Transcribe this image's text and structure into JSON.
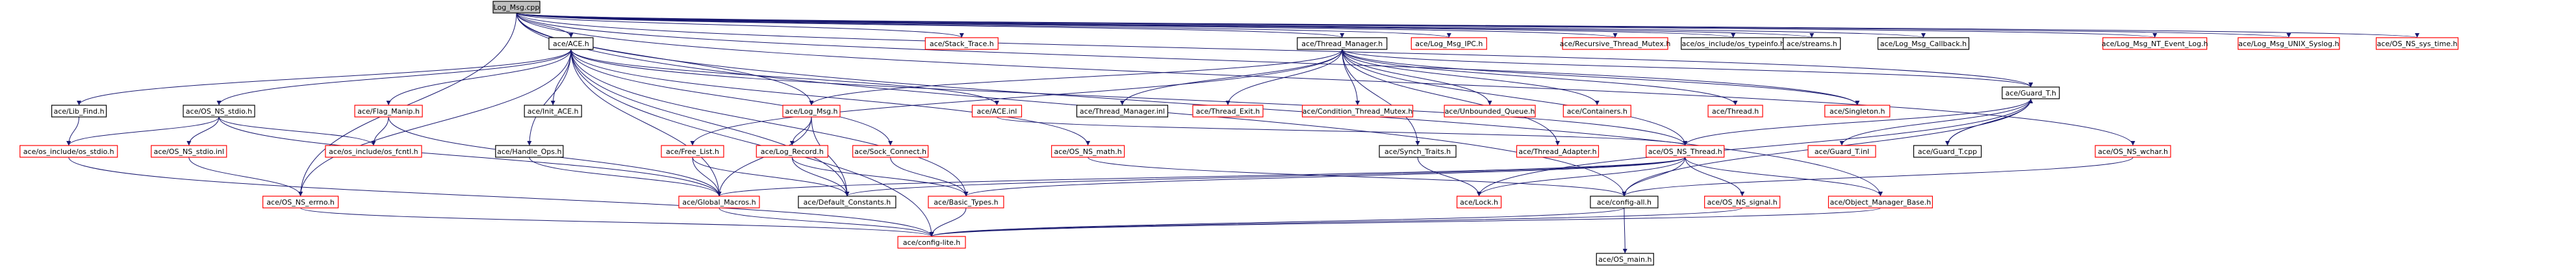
{
  "colors": {
    "edge": "#191970",
    "node_border_black": "#000000",
    "node_border_red": "#ff0000",
    "root_fill": "#bfbfbf"
  },
  "nodes": [
    {
      "id": "root",
      "label": "Log_Msg.cpp",
      "border": "black",
      "root": true
    },
    {
      "id": "ace_h",
      "label": "ace/ACE.h",
      "border": "black"
    },
    {
      "id": "stack_trace",
      "label": "ace/Stack_Trace.h",
      "border": "red"
    },
    {
      "id": "thread_manager",
      "label": "ace/Thread_Manager.h",
      "border": "black"
    },
    {
      "id": "log_msg_ipc",
      "label": "ace/Log_Msg_IPC.h",
      "border": "red"
    },
    {
      "id": "recursive_mutex",
      "label": "ace/Recursive_Thread_Mutex.h",
      "border": "red"
    },
    {
      "id": "typeinfo",
      "label": "ace/os_include/os_typeinfo.h",
      "border": "black"
    },
    {
      "id": "streams",
      "label": "ace/streams.h",
      "border": "black"
    },
    {
      "id": "log_msg_callback",
      "label": "ace/Log_Msg_Callback.h",
      "border": "black"
    },
    {
      "id": "nt_event_log",
      "label": "ace/Log_Msg_NT_Event_Log.h",
      "border": "red"
    },
    {
      "id": "unix_syslog",
      "label": "ace/Log_Msg_UNIX_Syslog.h",
      "border": "red"
    },
    {
      "id": "sys_time",
      "label": "ace/OS_NS_sys_time.h",
      "border": "red"
    },
    {
      "id": "lib_find",
      "label": "ace/Lib_Find.h",
      "border": "black"
    },
    {
      "id": "os_ns_stdio",
      "label": "ace/OS_NS_stdio.h",
      "border": "black"
    },
    {
      "id": "flag_manip",
      "label": "ace/Flag_Manip.h",
      "border": "red"
    },
    {
      "id": "init_ace",
      "label": "ace/Init_ACE.h",
      "border": "black"
    },
    {
      "id": "log_msg_h",
      "label": "ace/Log_Msg.h",
      "border": "red"
    },
    {
      "id": "ace_inl",
      "label": "ace/ACE.inl",
      "border": "red"
    },
    {
      "id": "tm_inl",
      "label": "ace/Thread_Manager.inl",
      "border": "black"
    },
    {
      "id": "thread_exit",
      "label": "ace/Thread_Exit.h",
      "border": "red"
    },
    {
      "id": "condition",
      "label": "ace/Condition_Thread_Mutex.h",
      "border": "red"
    },
    {
      "id": "unbounded_queue",
      "label": "ace/Unbounded_Queue.h",
      "border": "red"
    },
    {
      "id": "containers",
      "label": "ace/Containers.h",
      "border": "red"
    },
    {
      "id": "thread_h",
      "label": "ace/Thread.h",
      "border": "red"
    },
    {
      "id": "singleton",
      "label": "ace/Singleton.h",
      "border": "red"
    },
    {
      "id": "guard_t",
      "label": "ace/Guard_T.h",
      "border": "black"
    },
    {
      "id": "os_stdio",
      "label": "ace/os_include/os_stdio.h",
      "border": "red"
    },
    {
      "id": "stdio_inl",
      "label": "ace/OS_NS_stdio.inl",
      "border": "red"
    },
    {
      "id": "os_fcntl",
      "label": "ace/os_include/os_fcntl.h",
      "border": "red"
    },
    {
      "id": "handle_ops",
      "label": "ace/Handle_Ops.h",
      "border": "black"
    },
    {
      "id": "free_list",
      "label": "ace/Free_List.h",
      "border": "red"
    },
    {
      "id": "log_record",
      "label": "ace/Log_Record.h",
      "border": "red"
    },
    {
      "id": "sock_connect",
      "label": "ace/Sock_Connect.h",
      "border": "red"
    },
    {
      "id": "os_ns_math",
      "label": "ace/OS_NS_math.h",
      "border": "red"
    },
    {
      "id": "synch_traits",
      "label": "ace/Synch_Traits.h",
      "border": "black"
    },
    {
      "id": "thread_adapter",
      "label": "ace/Thread_Adapter.h",
      "border": "red"
    },
    {
      "id": "os_ns_thread",
      "label": "ace/OS_NS_Thread.h",
      "border": "red"
    },
    {
      "id": "guard_t_inl",
      "label": "ace/Guard_T.inl",
      "border": "red"
    },
    {
      "id": "guard_t_cpp",
      "label": "ace/Guard_T.cpp",
      "border": "black"
    },
    {
      "id": "wchar",
      "label": "ace/OS_NS_wchar.h",
      "border": "red"
    },
    {
      "id": "os_ns_errno",
      "label": "ace/OS_NS_errno.h",
      "border": "red"
    },
    {
      "id": "global_macros",
      "label": "ace/Global_Macros.h",
      "border": "red"
    },
    {
      "id": "default_constants",
      "label": "ace/Default_Constants.h",
      "border": "black"
    },
    {
      "id": "basic_types",
      "label": "ace/Basic_Types.h",
      "border": "red"
    },
    {
      "id": "lock_h",
      "label": "ace/Lock.h",
      "border": "red"
    },
    {
      "id": "config_all",
      "label": "ace/config-all.h",
      "border": "black"
    },
    {
      "id": "ns_signal",
      "label": "ace/OS_NS_signal.h",
      "border": "red"
    },
    {
      "id": "object_manager_base",
      "label": "ace/Object_Manager_Base.h",
      "border": "red"
    },
    {
      "id": "config_lite",
      "label": "ace/config-lite.h",
      "border": "red"
    },
    {
      "id": "os_main",
      "label": "ace/OS_main.h",
      "border": "black"
    }
  ],
  "edges": [
    [
      "root",
      "ace_h"
    ],
    [
      "root",
      "stack_trace"
    ],
    [
      "root",
      "thread_manager"
    ],
    [
      "root",
      "log_msg_ipc"
    ],
    [
      "root",
      "recursive_mutex"
    ],
    [
      "root",
      "typeinfo"
    ],
    [
      "root",
      "streams"
    ],
    [
      "root",
      "log_msg_callback"
    ],
    [
      "root",
      "nt_event_log"
    ],
    [
      "root",
      "unix_syslog"
    ],
    [
      "root",
      "sys_time"
    ],
    [
      "root",
      "wchar"
    ],
    [
      "root",
      "guard_t"
    ],
    [
      "root",
      "singleton"
    ],
    [
      "root",
      "log_msg_h"
    ],
    [
      "root",
      "object_manager_base"
    ],
    [
      "root",
      "os_ns_errno"
    ],
    [
      "root",
      "config_all"
    ],
    [
      "ace_h",
      "lib_find"
    ],
    [
      "ace_h",
      "os_ns_stdio"
    ],
    [
      "ace_h",
      "flag_manip"
    ],
    [
      "ace_h",
      "init_ace"
    ],
    [
      "ace_h",
      "handle_ops"
    ],
    [
      "ace_h",
      "ace_inl"
    ],
    [
      "ace_h",
      "sock_connect"
    ],
    [
      "ace_h",
      "os_ns_math"
    ],
    [
      "ace_h",
      "global_macros"
    ],
    [
      "ace_h",
      "default_constants"
    ],
    [
      "ace_h",
      "basic_types"
    ],
    [
      "ace_h",
      "os_ns_thread"
    ],
    [
      "ace_h",
      "config_lite"
    ],
    [
      "ace_h",
      "os_ns_errno"
    ],
    [
      "thread_manager",
      "log_msg_h"
    ],
    [
      "thread_manager",
      "tm_inl"
    ],
    [
      "thread_manager",
      "thread_exit"
    ],
    [
      "thread_manager",
      "condition"
    ],
    [
      "thread_manager",
      "unbounded_queue"
    ],
    [
      "thread_manager",
      "containers"
    ],
    [
      "thread_manager",
      "thread_h"
    ],
    [
      "thread_manager",
      "singleton"
    ],
    [
      "thread_manager",
      "free_list"
    ],
    [
      "thread_manager",
      "synch_traits"
    ],
    [
      "thread_manager",
      "thread_adapter"
    ],
    [
      "thread_manager",
      "guard_t"
    ],
    [
      "thread_manager",
      "os_ns_thread"
    ],
    [
      "lib_find",
      "os_stdio"
    ],
    [
      "os_ns_stdio",
      "os_stdio"
    ],
    [
      "os_ns_stdio",
      "stdio_inl"
    ],
    [
      "os_ns_stdio",
      "os_fcntl"
    ],
    [
      "os_ns_stdio",
      "global_macros"
    ],
    [
      "flag_manip",
      "os_fcntl"
    ],
    [
      "flag_manip",
      "global_macros"
    ],
    [
      "handle_ops",
      "global_macros"
    ],
    [
      "log_msg_h",
      "log_record"
    ],
    [
      "log_msg_h",
      "global_macros"
    ],
    [
      "log_msg_h",
      "default_constants"
    ],
    [
      "ace_inl",
      "os_ns_thread"
    ],
    [
      "free_list",
      "global_macros"
    ],
    [
      "free_list",
      "default_constants"
    ],
    [
      "log_record",
      "default_constants"
    ],
    [
      "log_record",
      "basic_types"
    ],
    [
      "sock_connect",
      "basic_types"
    ],
    [
      "os_ns_math",
      "config_all"
    ],
    [
      "synch_traits",
      "lock_h"
    ],
    [
      "guard_t",
      "guard_t_inl"
    ],
    [
      "guard_t",
      "guard_t_cpp"
    ],
    [
      "guard_t",
      "lock_h"
    ],
    [
      "guard_t",
      "os_ns_thread"
    ],
    [
      "guard_t",
      "config_all"
    ],
    [
      "guard_t_cpp",
      "guard_t"
    ],
    [
      "os_ns_thread",
      "global_macros"
    ],
    [
      "os_ns_thread",
      "default_constants"
    ],
    [
      "os_ns_thread",
      "basic_types"
    ],
    [
      "os_ns_thread",
      "config_all"
    ],
    [
      "os_ns_thread",
      "ns_signal"
    ],
    [
      "os_ns_thread",
      "object_manager_base"
    ],
    [
      "os_ns_thread",
      "lock_h"
    ],
    [
      "wchar",
      "config_all"
    ],
    [
      "stdio_inl",
      "os_ns_errno"
    ],
    [
      "os_ns_errno",
      "config_lite"
    ],
    [
      "global_macros",
      "config_lite"
    ],
    [
      "basic_types",
      "config_lite"
    ],
    [
      "config_all",
      "config_lite"
    ],
    [
      "config_all",
      "os_main"
    ],
    [
      "ns_signal",
      "config_lite"
    ],
    [
      "object_manager_base",
      "config_lite"
    ],
    [
      "os_stdio",
      "config_lite"
    ]
  ]
}
